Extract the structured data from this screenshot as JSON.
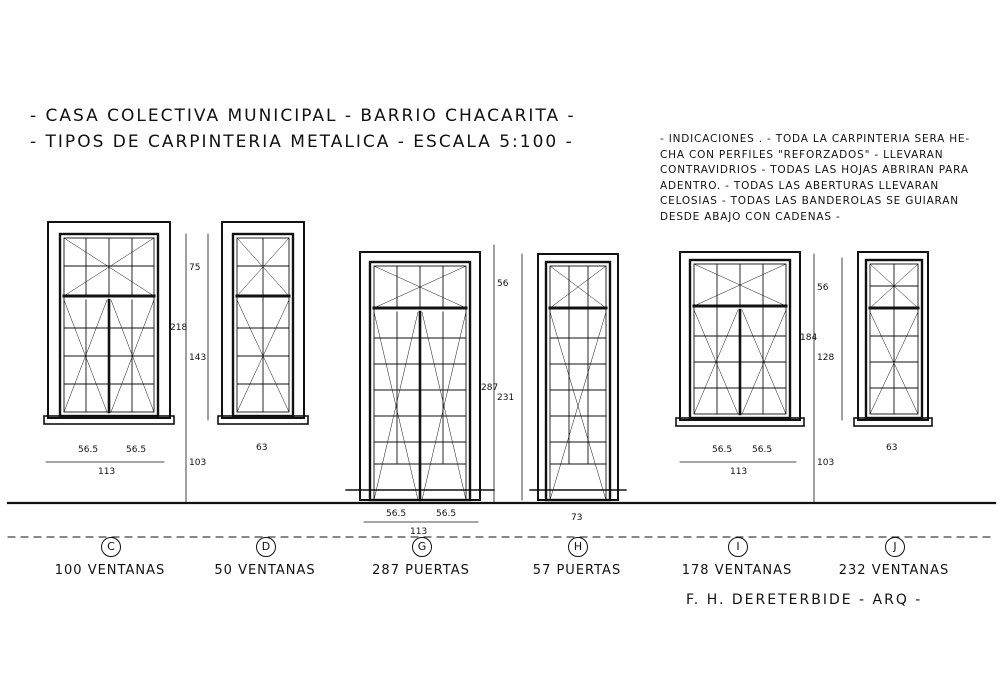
{
  "drawing": {
    "title_line1": "- CASA COLECTIVA MUNICIPAL - BARRIO CHACARITA -",
    "title_line2": "- TIPOS DE CARPINTERIA METALICA - ESCALA 5:100 -",
    "notes": [
      "- INDICACIONES . - TODA LA CARPINTERIA SERA HE-",
      "CHA CON PERFILES \"REFORZADOS\" - LLEVARAN",
      "CONTRAVIDRIOS - TODAS LAS HOJAS ABRIRAN PARA",
      "ADENTRO. - TODAS LAS ABERTURAS LLEVARAN",
      "CELOSIAS - TODAS LAS BANDEROLAS SE GUIARAN",
      "DESDE ABAJO CON CADENAS -"
    ],
    "signature": "F. H. DERETERBIDE - ARQ -"
  },
  "types": [
    {
      "letter": "C",
      "label": "100 VENTANAS",
      "width_dims": [
        "56.5",
        "56.5"
      ],
      "total_width": "113",
      "height_dims": [
        "75",
        "143"
      ],
      "total_height": "218",
      "sill_height": "103"
    },
    {
      "letter": "D",
      "label": "50 VENTANAS",
      "total_width": "63"
    },
    {
      "letter": "G",
      "label": "287 PUERTAS",
      "width_dims": [
        "56.5",
        "56.5"
      ],
      "total_width": "113",
      "height_dims": [
        "56",
        "231"
      ],
      "total_height": "287"
    },
    {
      "letter": "H",
      "label": "57 PUERTAS",
      "total_width": "73"
    },
    {
      "letter": "I",
      "label": "178 VENTANAS",
      "width_dims": [
        "56.5",
        "56.5"
      ],
      "total_width": "113",
      "height_dims": [
        "56",
        "128"
      ],
      "total_height": "184",
      "sill_height": "103"
    },
    {
      "letter": "J",
      "label": "232 VENTANAS",
      "total_width": "63"
    }
  ]
}
